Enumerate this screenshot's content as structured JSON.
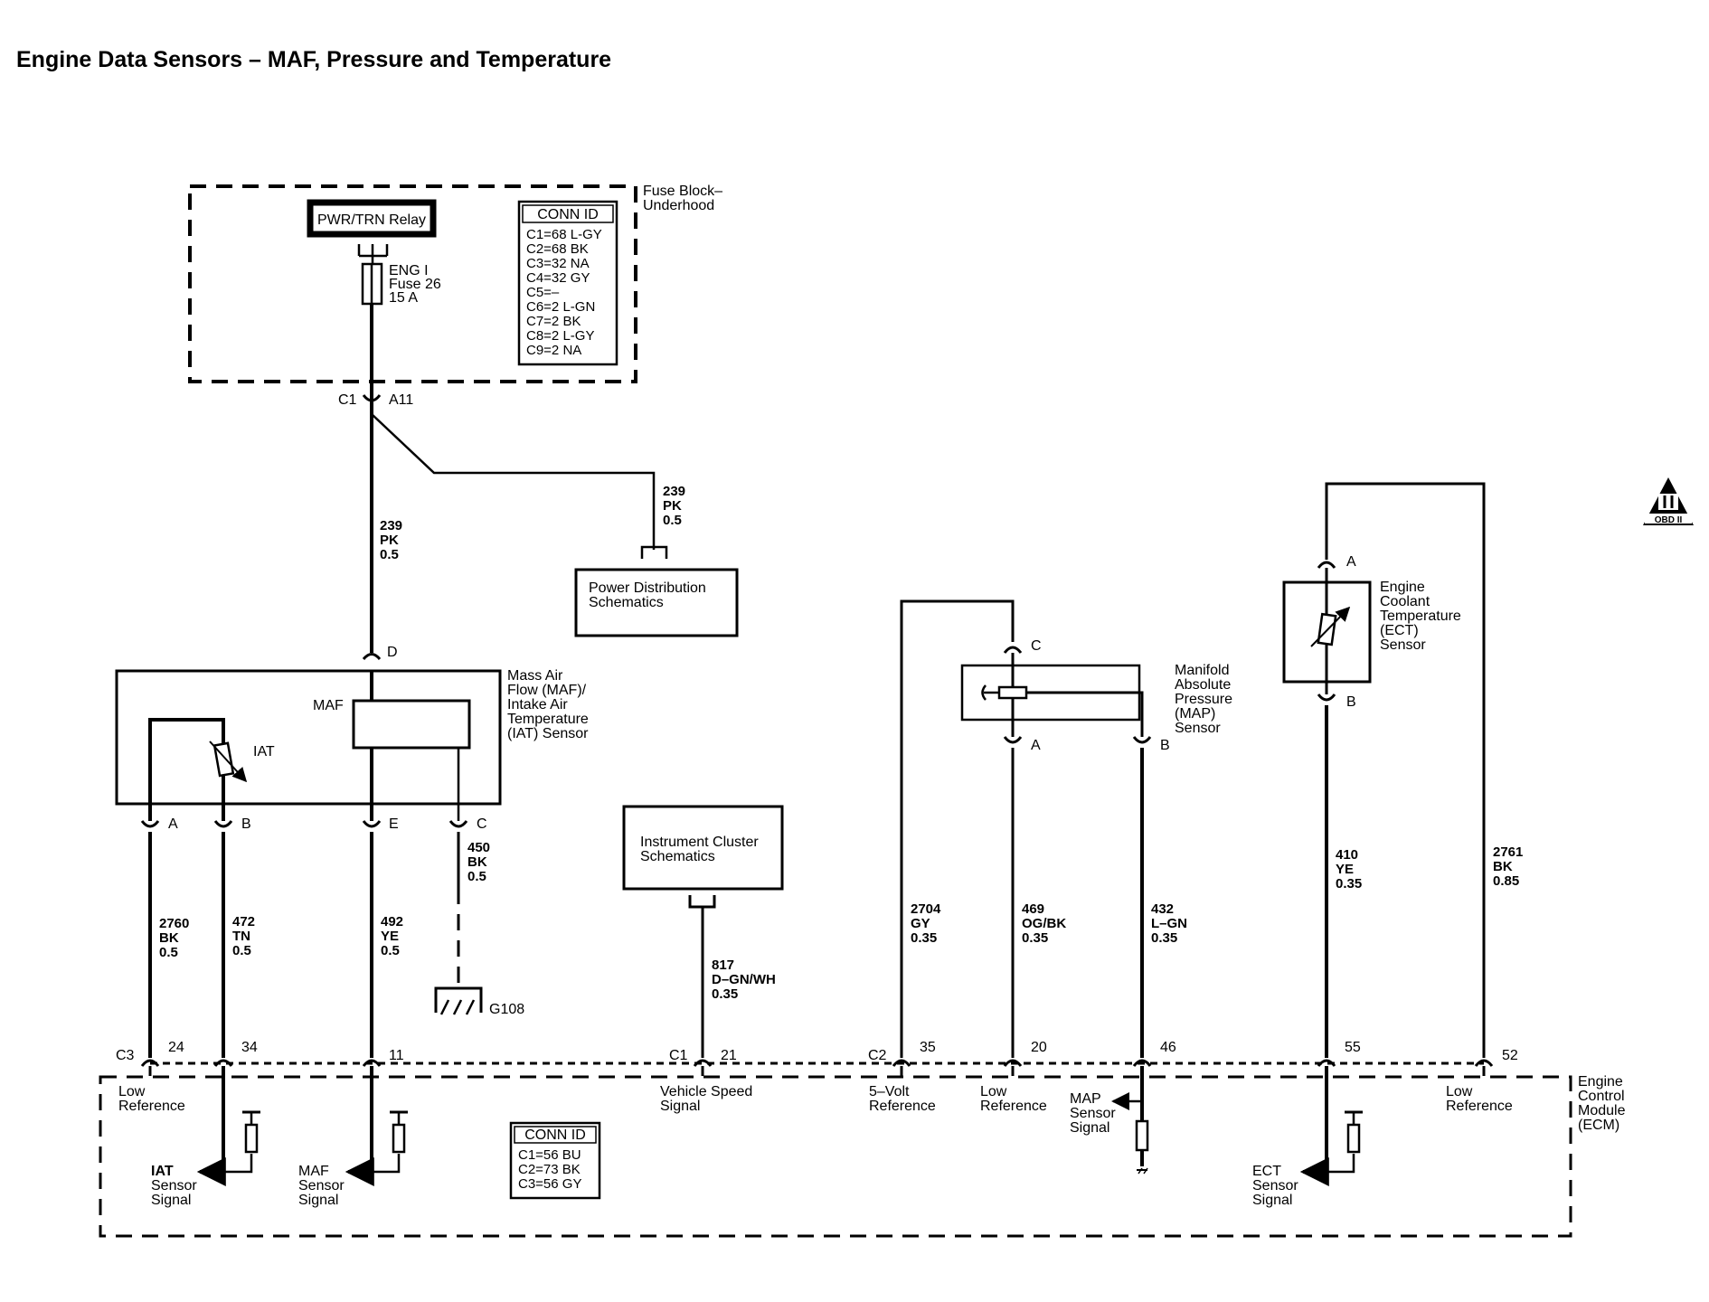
{
  "title": "Engine Data Sensors – MAF, Pressure and Temperature",
  "fuse_block": {
    "label": [
      "Fuse Block–",
      "Underhood"
    ],
    "relay": "PWR/TRN Relay",
    "fuse": [
      "ENG I",
      "Fuse 26",
      "15 A"
    ],
    "conn_id_header": "CONN ID",
    "conn_ids": [
      "C1=68 L-GY",
      "C2=68 BK",
      "C3=32 NA",
      "C4=32 GY",
      "C5=–",
      "C6=2 L-GN",
      "C7=2 BK",
      "C8=2 L-GY",
      "C9=2 NA"
    ],
    "c1": "C1",
    "a11": "A11"
  },
  "wires": {
    "w239_left": [
      "239",
      "PK",
      "0.5"
    ],
    "w239_right": [
      "239",
      "PK",
      "0.5"
    ],
    "w2760": [
      "2760",
      "BK",
      "0.5"
    ],
    "w472": [
      "472",
      "TN",
      "0.5"
    ],
    "w492": [
      "492",
      "YE",
      "0.5"
    ],
    "w450": [
      "450",
      "BK",
      "0.5"
    ],
    "w817": [
      "817",
      "D–GN/WH",
      "0.35"
    ],
    "w2704": [
      "2704",
      "GY",
      "0.35"
    ],
    "w469": [
      "469",
      "OG/BK",
      "0.35"
    ],
    "w432": [
      "432",
      "L–GN",
      "0.35"
    ],
    "w410": [
      "410",
      "YE",
      "0.35"
    ],
    "w2761": [
      "2761",
      "BK",
      "0.85"
    ]
  },
  "power_dist": [
    "Power Distribution",
    "Schematics"
  ],
  "maf_sensor": {
    "label": [
      "Mass Air",
      "Flow (MAF)/",
      "Intake Air",
      "Temperature",
      "(IAT) Sensor"
    ],
    "maf": "MAF",
    "iat": "IAT",
    "pin_d": "D",
    "pin_a": "A",
    "pin_b": "B",
    "pin_e": "E",
    "pin_c": "C"
  },
  "ground": "G108",
  "instrument_cluster": [
    "Instrument Cluster",
    "Schematics"
  ],
  "map_sensor": {
    "label": [
      "Manifold",
      "Absolute",
      "Pressure",
      "(MAP)",
      "Sensor"
    ],
    "pin_c": "C",
    "pin_a": "A",
    "pin_b": "B"
  },
  "ect_sensor": {
    "label": [
      "Engine",
      "Coolant",
      "Temperature",
      "(ECT)",
      "Sensor"
    ],
    "pin_a": "A",
    "pin_b": "B"
  },
  "obd_badge": "OBD II",
  "ecm": {
    "label": [
      "Engine",
      "Control",
      "Module",
      "(ECM)"
    ],
    "conn_id_header": "CONN ID",
    "conn_ids": [
      "C1=56 BU",
      "C2=73 BK",
      "C3=56 GY"
    ],
    "pins": {
      "c3": "C3",
      "p24": "24",
      "p34": "34",
      "p11": "11",
      "c1": "C1",
      "p21": "21",
      "c2": "C2",
      "p35": "35",
      "p20": "20",
      "p46": "46",
      "p55": "55",
      "p52": "52"
    },
    "low_ref_1": [
      "Low",
      "Reference"
    ],
    "iat_signal": [
      "IAT",
      "Sensor",
      "Signal"
    ],
    "maf_signal": [
      "MAF",
      "Sensor",
      "Signal"
    ],
    "vss": [
      "Vehicle Speed",
      "Signal"
    ],
    "five_volt": [
      "5–Volt",
      "Reference"
    ],
    "low_ref_2": [
      "Low",
      "Reference"
    ],
    "map_signal": [
      "MAP",
      "Sensor",
      "Signal"
    ],
    "ect_signal": [
      "ECT",
      "Sensor",
      "Signal"
    ],
    "low_ref_3": [
      "Low",
      "Reference"
    ]
  }
}
